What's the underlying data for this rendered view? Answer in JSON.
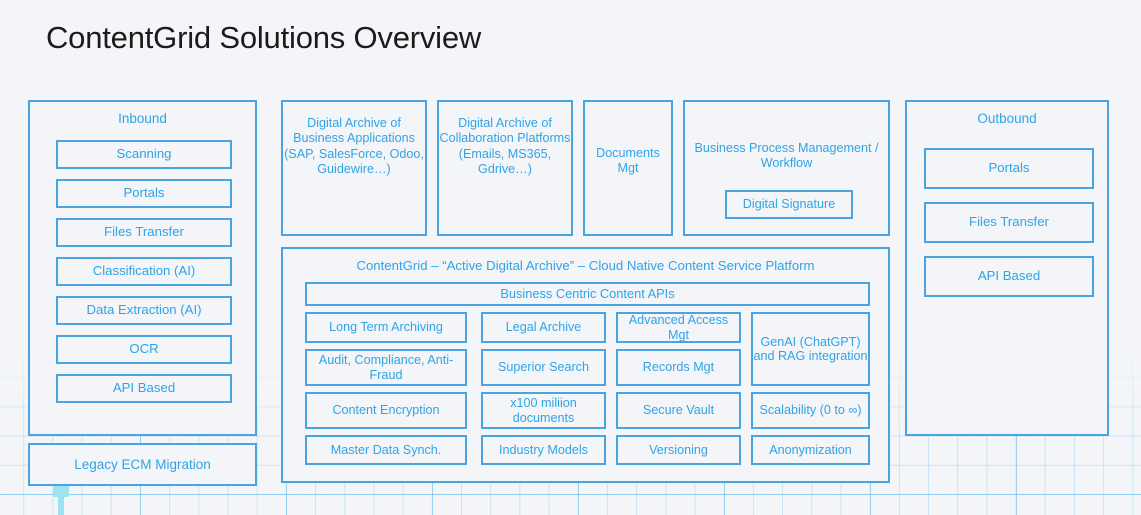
{
  "page": {
    "title": "ContentGrid Solutions Overview",
    "accent_color": "#2fa4e7",
    "border_color": "#49a4e0",
    "background_color": "#f3f5f8",
    "connector_color": "#9fe2f2"
  },
  "inbound": {
    "title": "Inbound",
    "items": [
      {
        "label": "Scanning"
      },
      {
        "label": "Portals"
      },
      {
        "label": "Files Transfer"
      },
      {
        "label": "Classification (AI)"
      },
      {
        "label": "Data Extraction (AI)"
      },
      {
        "label": "OCR"
      },
      {
        "label": "API Based"
      }
    ],
    "legacy": {
      "label": "Legacy ECM Migration"
    }
  },
  "top_boxes": [
    {
      "label": "Digital Archive of Business Applications (SAP, SalesForce, Odoo, Guidewire…)"
    },
    {
      "label": "Digital Archive of Collaboration Platforms (Emails, MS365, Gdrive…)"
    },
    {
      "label": "Documents Mgt"
    },
    {
      "label": "Business Process Management / Workflow",
      "child": {
        "label": "Digital Signature"
      }
    }
  ],
  "platform": {
    "title": "ContentGrid – “Active Digital Archive” – Cloud Native Content Service Platform",
    "apis_bar": "Business Centric Content APIs",
    "features": [
      {
        "label": "Long Term Archiving",
        "col": 1,
        "row": 1
      },
      {
        "label": "Audit, Compliance, Anti-Fraud",
        "col": 1,
        "row": 2
      },
      {
        "label": "Content Encryption",
        "col": 1,
        "row": 3
      },
      {
        "label": "Master Data Synch.",
        "col": 1,
        "row": 4
      },
      {
        "label": "Legal Archive",
        "col": 2,
        "row": 1
      },
      {
        "label": "Superior Search",
        "col": 2,
        "row": 2
      },
      {
        "label": "x100 miliion documents",
        "col": 2,
        "row": 3
      },
      {
        "label": "Industry Models",
        "col": 2,
        "row": 4
      },
      {
        "label": "Advanced Access Mgt",
        "col": 3,
        "row": 1
      },
      {
        "label": "Records Mgt",
        "col": 3,
        "row": 2
      },
      {
        "label": "Secure Vault",
        "col": 3,
        "row": 3
      },
      {
        "label": "Versioning",
        "col": 3,
        "row": 4
      },
      {
        "label": "GenAI (ChatGPT) and RAG integration",
        "col": 4,
        "row": 1
      },
      {
        "label": "Scalability (0 to ∞)",
        "col": 4,
        "row": 3
      },
      {
        "label": "Anonymization",
        "col": 4,
        "row": 4
      }
    ]
  },
  "outbound": {
    "title": "Outbound",
    "items": [
      {
        "label": "Portals"
      },
      {
        "label": "Files Transfer"
      },
      {
        "label": "API Based"
      }
    ]
  }
}
